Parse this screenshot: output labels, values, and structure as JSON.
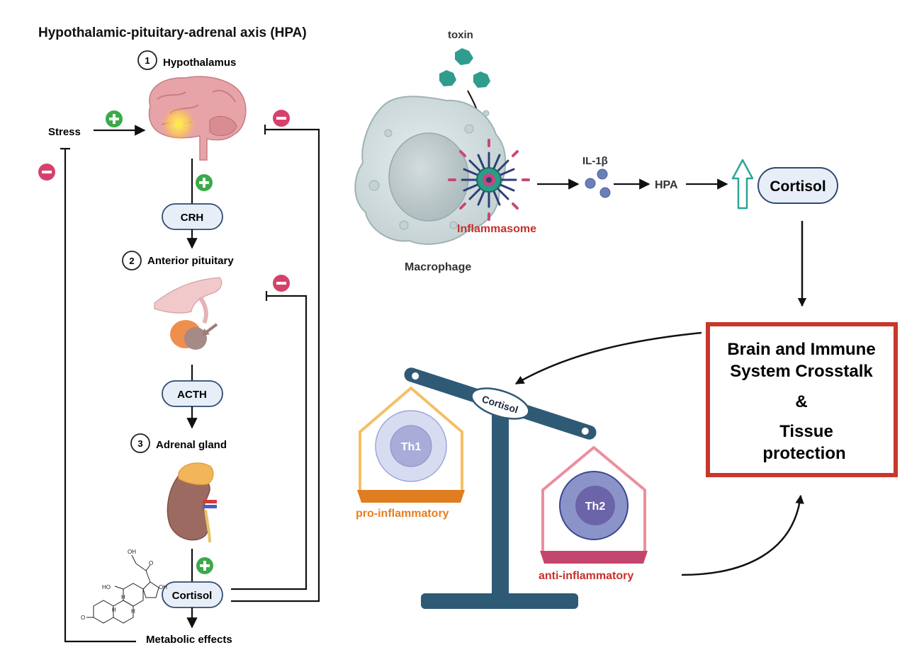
{
  "hpa": {
    "title": "Hypothalamic-pituitary-adrenal axis (HPA)",
    "step1": {
      "number": "1",
      "label": "Hypothalamus"
    },
    "step2": {
      "number": "2",
      "label": "Anterior pituitary"
    },
    "step3": {
      "number": "3",
      "label": "Adrenal gland"
    },
    "stress": "Stress",
    "crh": "CRH",
    "acth": "ACTH",
    "cortisol": "Cortisol",
    "metabolic": "Metabolic effects",
    "molecule_labels": {
      "oh_top": "OH",
      "o_top": "O",
      "ho_left": "HO",
      "oh_right": "OH",
      "o_left": "O",
      "h1": "H",
      "h2": "H",
      "h3": "H"
    }
  },
  "immune": {
    "toxin": "toxin",
    "macrophage": "Macrophage",
    "inflammasome": "Inflammasome",
    "il1b": "IL-1β",
    "hpa": "HPA",
    "cortisol": "Cortisol"
  },
  "crosstalk": {
    "line1": "Brain and Immune",
    "line2": "System Crosstalk",
    "amp": "&",
    "line3": "Tissue",
    "line4": "protection"
  },
  "balance": {
    "cortisol": "Cortisol",
    "th1": "Th1",
    "th2": "Th2",
    "pro": "pro-inflammatory",
    "anti": "anti-inflammatory"
  },
  "colors": {
    "plus": "#3aaa48",
    "minus": "#d6416b",
    "pill_fill": "#e8eef8",
    "pill_stroke": "#2f4a70",
    "red_label": "#c8302c",
    "orange_label": "#e87d1e",
    "beam": "#2f5a76",
    "box_border": "#c8372c"
  }
}
